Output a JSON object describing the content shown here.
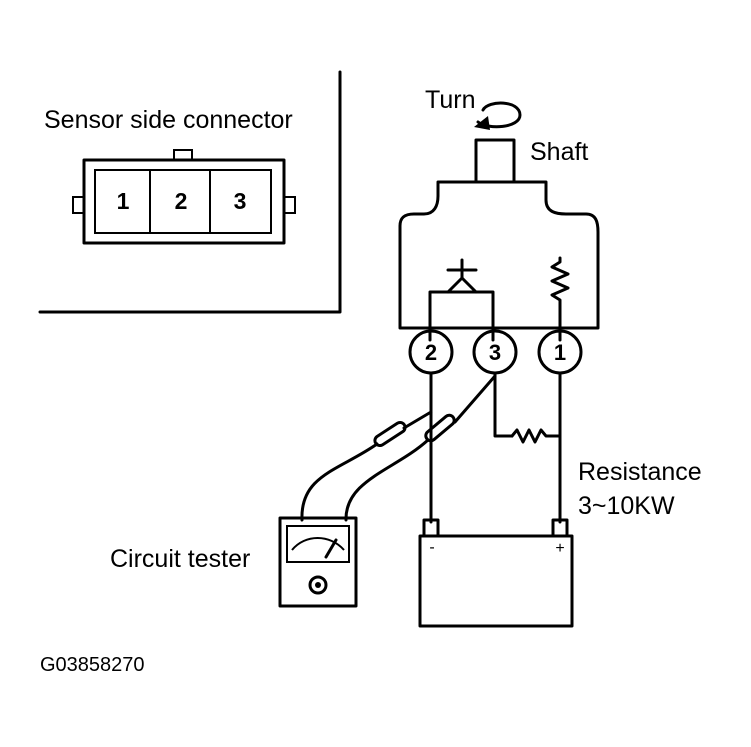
{
  "labels": {
    "connector_title": "Sensor side connector",
    "turn": "Turn",
    "shaft": "Shaft",
    "resistance": "Resistance",
    "resistance_value": "3~10KW",
    "circuit_tester": "Circuit tester",
    "figure_code": "G03858270"
  },
  "connector_pins": [
    "1",
    "2",
    "3"
  ],
  "sensor_terminals": [
    "2",
    "3",
    "1"
  ],
  "battery": {
    "minus": "-",
    "plus": "+"
  }
}
